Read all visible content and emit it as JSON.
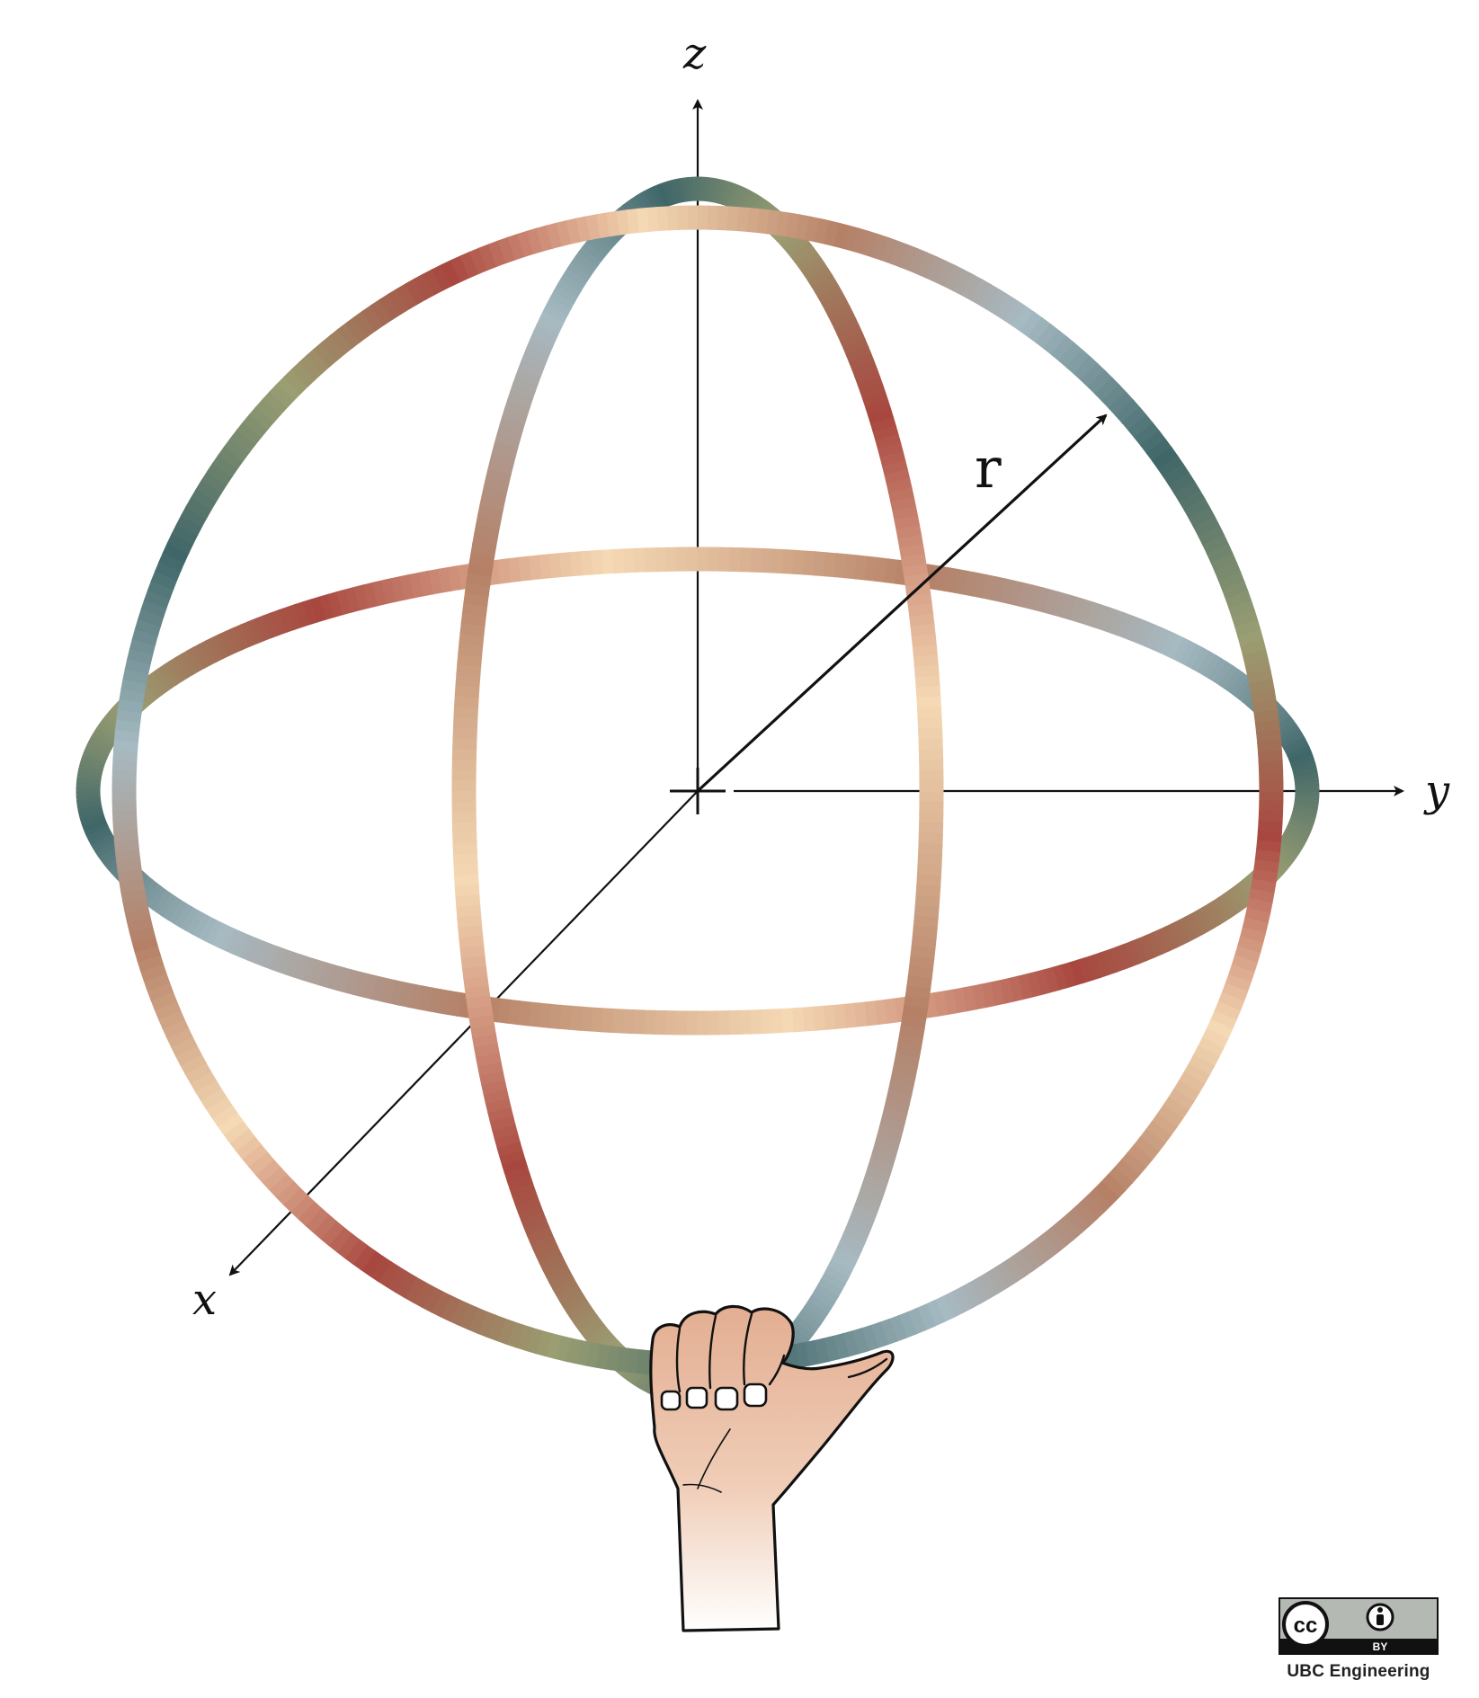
{
  "diagram": {
    "axes": {
      "x_label": "x",
      "y_label": "y",
      "z_label": "z",
      "radius_label": "r"
    },
    "ring_palette": [
      "#3f6668",
      "#9a9e72",
      "#a8473f",
      "#f5d9b4",
      "#b58066",
      "#a6bac2"
    ],
    "license": {
      "badge_left": "cc",
      "badge_right": "BY",
      "credit": "UBC Engineering"
    }
  }
}
